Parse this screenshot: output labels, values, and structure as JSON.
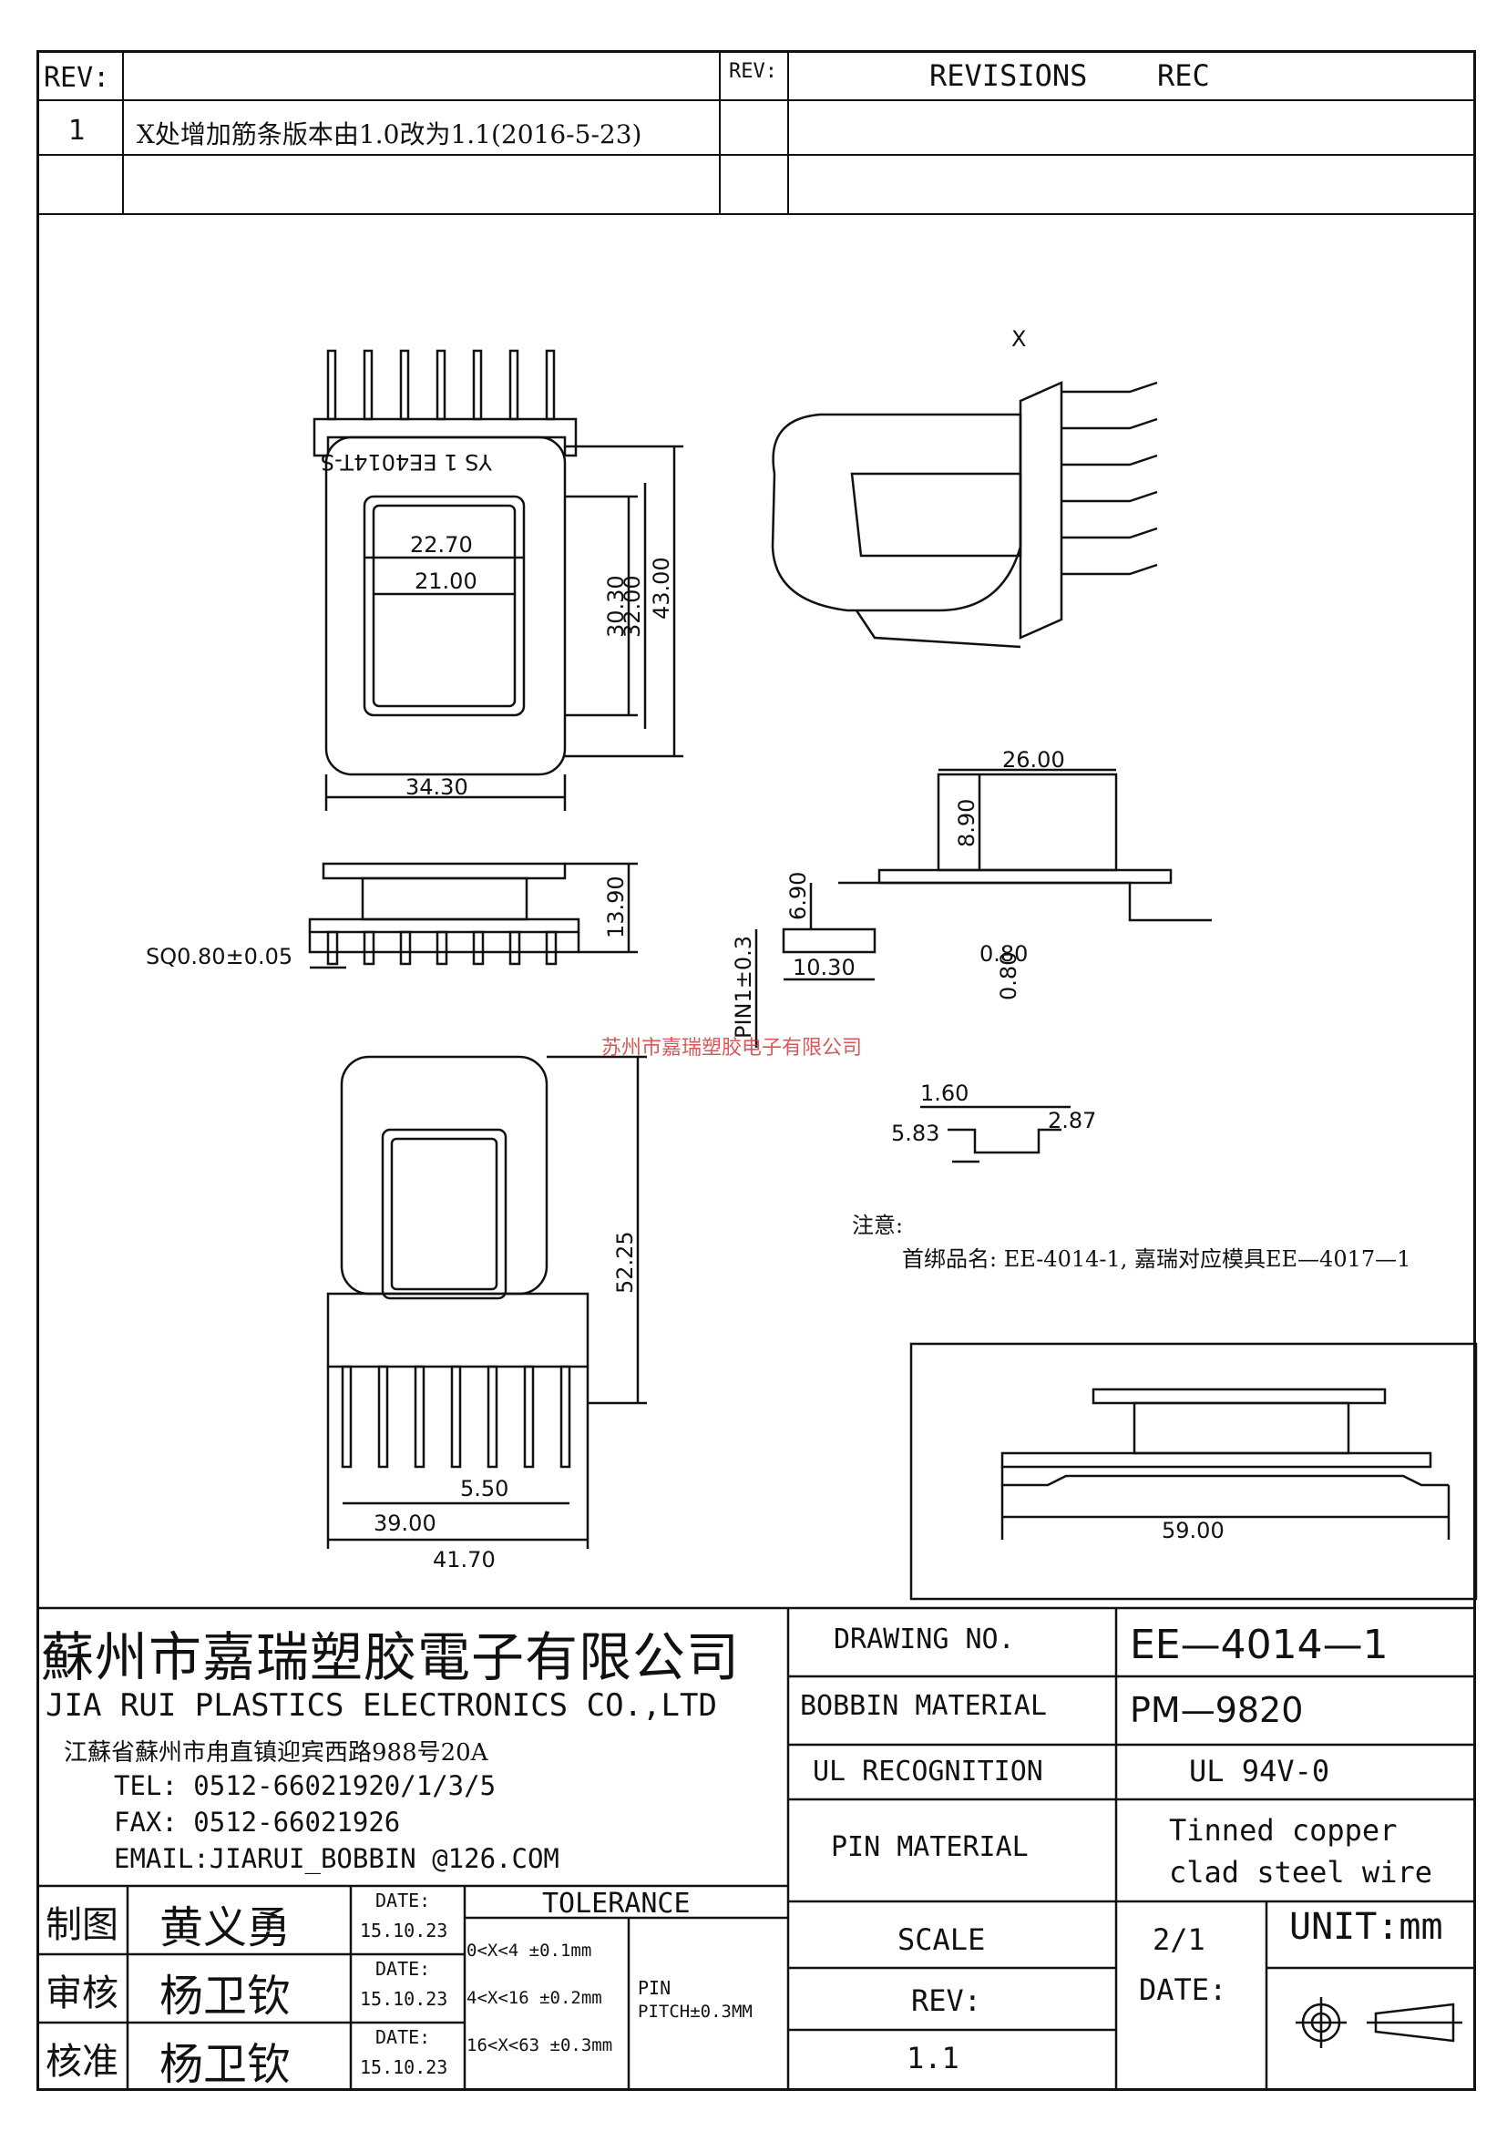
{
  "revision_block": {
    "rev_header": "REV:",
    "rev_header_2": "REV:",
    "revisions_label": "REVISIONS",
    "rec_label": "REC",
    "row1_rev": "1",
    "row1_desc": "X处增加筋条版本由1.0改为1.1(2016-5-23)"
  },
  "drawing": {
    "view_label_x": "X",
    "front_view": {
      "engraving": "YS 1 EE4014T-S",
      "g1": "22.70",
      "g2": "21.00",
      "h2": "30.30",
      "h1": "32.00",
      "i": "43.00",
      "j": "34.30"
    },
    "side_view": {
      "sq": "SQ0.80±0.05",
      "d": "13.90"
    },
    "detail_view": {
      "k": "26.00",
      "f": "8.90",
      "e": "6.90",
      "d1": "10.30",
      "p": "0.80",
      "p2": "0.80",
      "pin": "PIN1±0.3",
      "a": "1.60",
      "b": "2.87",
      "c": "5.83"
    },
    "top_view": {
      "m": "52.25",
      "b": "5.50",
      "o": "39.00",
      "n": "41.70"
    },
    "inset_view": {
      "a": "59.00"
    },
    "note_title": "注意:",
    "note_text": "首绑品名: EE-4014-1, 嘉瑞对应模具EE—4017—1",
    "watermark": "苏州市嘉瑞塑胶电子有限公司"
  },
  "company": {
    "name_cn": "蘇州市嘉瑞塑胶電子有限公司",
    "name_en": "JIA RUI PLASTICS ELECTRONICS CO.,LTD",
    "address": "江蘇省蘇州市甪直镇迎宾西路988号20A",
    "tel": "TEL: 0512-66021920/1/3/5",
    "fax": "FAX: 0512-66021926",
    "email": "EMAIL:JIARUI_BOBBIN @126.COM"
  },
  "title_block": {
    "drawing_no_label": "DRAWING  NO.",
    "drawing_no": "EE—4014—1",
    "bobbin_material_label": "BOBBIN  MATERIAL",
    "bobbin_material": "PM—9820",
    "ul_label": "UL RECOGNITION",
    "ul_value": "UL 94V-0",
    "pin_material_label": "PIN MATERIAL",
    "pin_material_1": "Tinned copper",
    "pin_material_2": "clad steel wire",
    "scale_label": "SCALE",
    "scale_value": "2/1",
    "unit": "UNIT:mm",
    "rev_label": "REV:",
    "rev_value": "1.1",
    "date_label": "DATE:"
  },
  "sign_off": {
    "rows": [
      {
        "role": "制图",
        "name": "黄义勇",
        "date_label": "DATE:",
        "date": "15.10.23"
      },
      {
        "role": "审核",
        "name": "杨卫钦",
        "date_label": "DATE:",
        "date": "15.10.23"
      },
      {
        "role": "核准",
        "name": "杨卫钦",
        "date_label": "DATE:",
        "date": "15.10.23"
      }
    ]
  },
  "tolerance": {
    "title": "TOLERANCE",
    "rows": [
      "0<X<4  ±0.1mm",
      "4<X<16 ±0.2mm",
      "16<X<63 ±0.3mm"
    ],
    "pin_label": "PIN",
    "pin_pitch": "PITCH±0.3MM"
  }
}
